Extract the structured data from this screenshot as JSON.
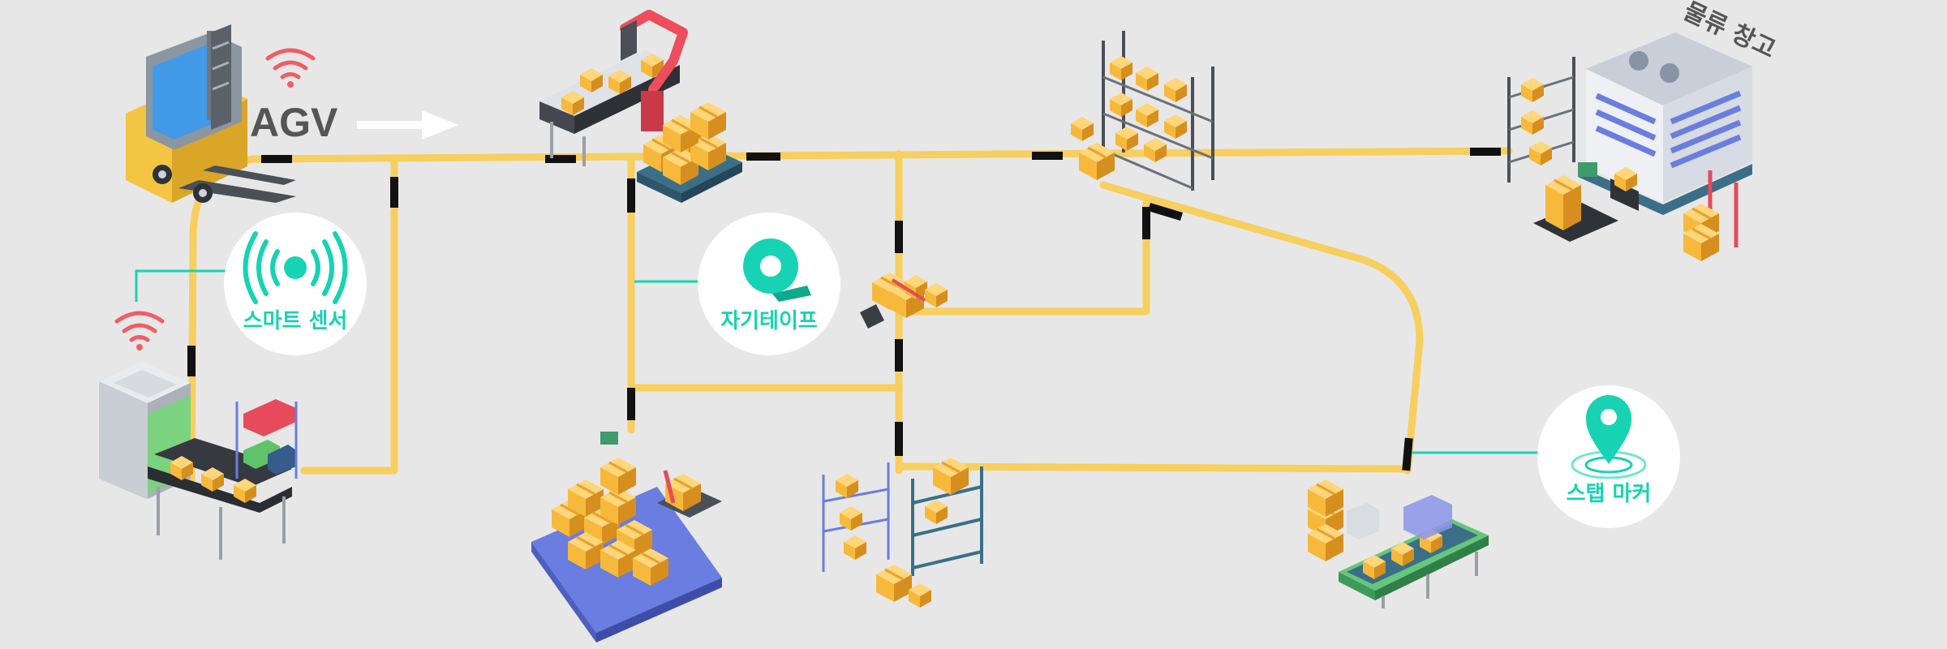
{
  "labels": {
    "agv": "AGV",
    "smart_sensor": "스마트 센서",
    "magnetic_tape": "자기테이프",
    "step_marker": "스탭 마커",
    "warehouse": "물류 창고"
  },
  "colors": {
    "background": "#e7e7e7",
    "track": "#f7cf5e",
    "track_marker": "#111111",
    "accent": "#17d3b3",
    "signal": "#f25c63",
    "box": "#f6b93b",
    "box_shadow": "#d68f1f",
    "platform_blue": "#6a7de0",
    "conveyor_green": "#64c77b",
    "agv_label": "#555555"
  },
  "icons": {
    "smart_sensor": "sensor-waves-icon",
    "magnetic_tape": "tape-roll-icon",
    "step_marker": "location-pin-icon",
    "wifi": "wifi-icon"
  }
}
